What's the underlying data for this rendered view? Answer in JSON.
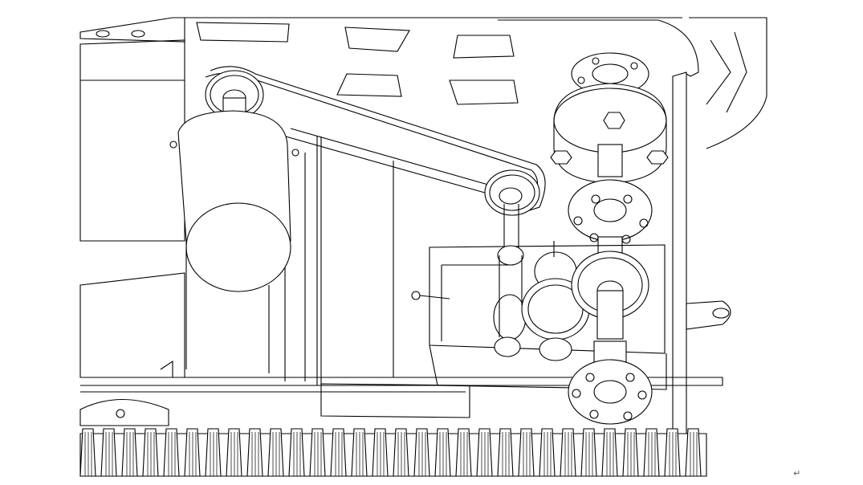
{
  "document": {
    "paragraph_marks": [
      "↵",
      "↵"
    ]
  },
  "colors": {
    "line": "#000000",
    "background": "#ffffff",
    "mark": "#555555"
  },
  "components": [
    "drive-motor",
    "motor-sprocket",
    "driven-sprocket",
    "timing-belt",
    "gearbox-housing",
    "gear-train",
    "upper-flange-coupling",
    "lower-flange-coupling",
    "disc-brake",
    "track-wheel",
    "mounting-lug",
    "frame"
  ]
}
